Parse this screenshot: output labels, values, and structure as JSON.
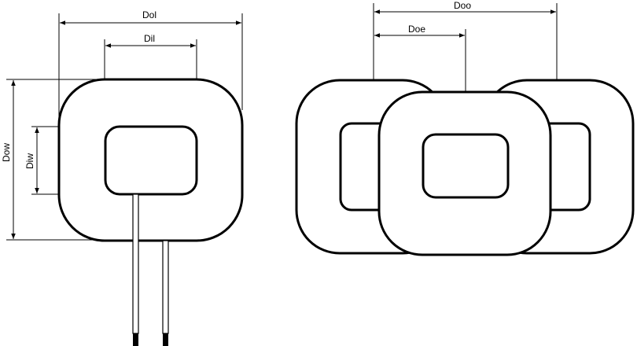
{
  "labels": {
    "dol": "Dol",
    "dil": "Dil",
    "dow": "Dow",
    "diw": "Diw",
    "doo": "Doo",
    "doe": "Doe"
  },
  "colors": {
    "stroke": "#000000",
    "background": "#ffffff"
  }
}
